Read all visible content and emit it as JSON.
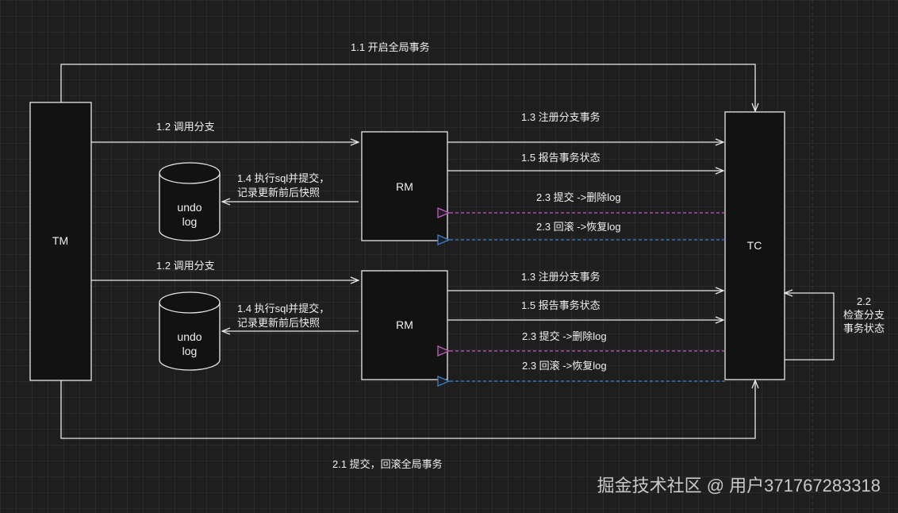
{
  "nodes": {
    "tm": "TM",
    "tc": "TC",
    "rm_top": "RM",
    "rm_bottom": "RM",
    "undo_top": [
      "undo",
      "log"
    ],
    "undo_bottom": [
      "undo",
      "log"
    ]
  },
  "edges": {
    "open_global_tx": "1.1  开启全局事务",
    "call_branch_top": "1.2 调用分支",
    "call_branch_bottom": "1.2 调用分支",
    "register_branch_top": "1.3 注册分支事务",
    "register_branch_bottom": "1.3 注册分支事务",
    "report_status_top": "1.5 报告事务状态",
    "report_status_bottom": "1.5 报告事务状态",
    "exec_sql_top": [
      "1.4 执行sql并提交，",
      "记录更新前后快照"
    ],
    "exec_sql_bottom": [
      "1.4 执行sql并提交，",
      "记录更新前后快照"
    ],
    "commit_delete_top": "2.3 提交 ->删除log",
    "rollback_restore_top": "2.3 回滚 ->恢复log",
    "commit_delete_bottom": "2.3 提交 ->删除log",
    "rollback_restore_bottom": "2.3 回滚 ->恢复log",
    "check_branch_status": [
      "2.2",
      "检查分支",
      "事务状态"
    ],
    "commit_rollback_global": "2.1  提交，回滚全局事务"
  },
  "watermark": "掘金技术社区 @ 用户371767283318",
  "colors": {
    "background": "#1e1e1e",
    "line": "#e8e8e8",
    "commit_dashed": "#c25bc2",
    "rollback_dashed": "#3b7fd0"
  }
}
